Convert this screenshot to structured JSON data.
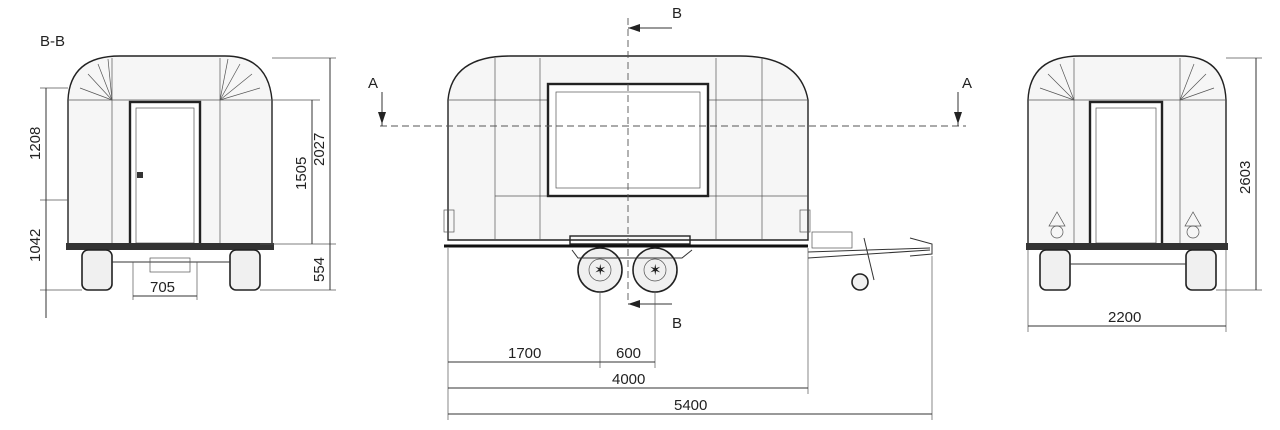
{
  "views": {
    "left": {
      "title": "B-B"
    },
    "center": {
      "section_a_left": "A",
      "section_a_right": "A",
      "section_b_top": "B",
      "section_b_bottom": "B"
    },
    "right": {}
  },
  "dimensions": {
    "left_height_upper": "1208",
    "left_height_lower": "1042",
    "left_height_door": "1505",
    "left_height_total": "2027",
    "left_ground_clearance": "554",
    "left_wheel_track": "705",
    "center_axle_offset": "1700",
    "center_axle_spacing": "600",
    "center_body_length": "4000",
    "center_total_length": "5400",
    "right_total_height": "2603",
    "right_total_width": "2200"
  }
}
